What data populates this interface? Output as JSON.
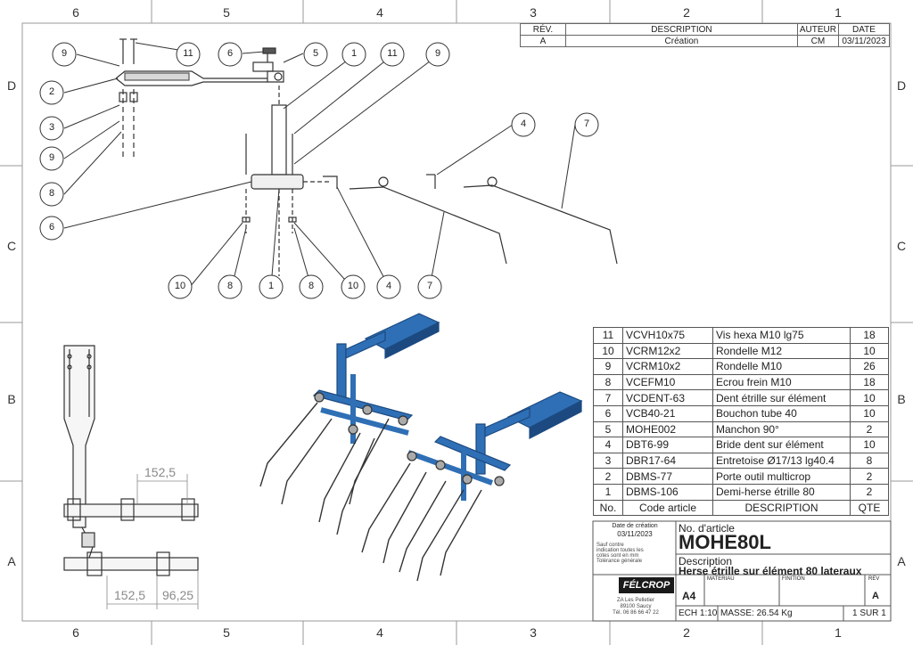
{
  "zones_top": [
    "6",
    "5",
    "4",
    "3",
    "2",
    "1"
  ],
  "zones_bottom": [
    "6",
    "5",
    "4",
    "3",
    "2",
    "1"
  ],
  "zones_side": [
    "D",
    "C",
    "B",
    "A"
  ],
  "revision_table": {
    "headers": [
      "RÉV.",
      "DESCRIPTION",
      "AUTEUR",
      "DATE"
    ],
    "row": [
      "A",
      "Création",
      "CM",
      "03/11/2023"
    ]
  },
  "balloons": [
    "9",
    "11",
    "6",
    "5",
    "1",
    "11",
    "9",
    "2",
    "3",
    "9",
    "8",
    "6",
    "4",
    "7",
    "10",
    "8",
    "1",
    "8",
    "10",
    "4",
    "7"
  ],
  "dimensions": {
    "top": "152,5",
    "bottom_left": "152,5",
    "bottom_right": "96,25"
  },
  "bom": {
    "headers": [
      "No.",
      "Code article",
      "DESCRIPTION",
      "QTE"
    ],
    "rows": [
      {
        "no": "11",
        "code": "VCVH10x75",
        "desc": "Vis hexa M10 lg75",
        "qty": "18"
      },
      {
        "no": "10",
        "code": "VCRM12x2",
        "desc": "Rondelle M12",
        "qty": "10"
      },
      {
        "no": "9",
        "code": "VCRM10x2",
        "desc": "Rondelle M10",
        "qty": "26"
      },
      {
        "no": "8",
        "code": "VCEFM10",
        "desc": "Ecrou frein M10",
        "qty": "18"
      },
      {
        "no": "7",
        "code": "VCDENT-63",
        "desc": "Dent étrille sur élément",
        "qty": "10"
      },
      {
        "no": "6",
        "code": "VCB40-21",
        "desc": "Bouchon tube 40",
        "qty": "10"
      },
      {
        "no": "5",
        "code": "MOHE002",
        "desc": "Manchon 90°",
        "qty": "2"
      },
      {
        "no": "4",
        "code": "DBT6-99",
        "desc": "Bride dent sur élément",
        "qty": "10"
      },
      {
        "no": "3",
        "code": "DBR17-64",
        "desc": "Entretoise Ø17/13 lg40.4",
        "qty": "8"
      },
      {
        "no": "2",
        "code": "DBMS-77",
        "desc": "Porte outil multicrop",
        "qty": "2"
      },
      {
        "no": "1",
        "code": "DBMS-106",
        "desc": "Demi-herse étrille 80",
        "qty": "2"
      }
    ]
  },
  "title_block": {
    "date_label": "Date de création",
    "date_value": "03/11/2023",
    "notes": [
      "Sauf contre",
      "indication toutes les",
      "cotes sont en mm",
      "Tolérance générale"
    ],
    "article_label": "No. d'article",
    "article_value": "MOHE80L",
    "description_label": "Description",
    "description_value": "Herse étrille sur élément 80 lateraux",
    "logo_text": "FÉLCROP",
    "address": [
      "ZA Les Pelletier",
      "89100 Saucy",
      "Tél. 06 86 66 47 22"
    ],
    "format": "A4",
    "materiau_label": "MATERIAU",
    "finition_label": "FINITION",
    "rev_label": "REV",
    "rev_value": "A",
    "scale": "ECH 1:10",
    "mass": "MASSE: 26.54 Kg",
    "sheet": "1 SUR 1"
  },
  "colors": {
    "frame": "#9a9a9a",
    "line": "#333333",
    "part_blue": "#2f6fb5",
    "part_dark": "#1c4a80",
    "dim": "#8a8a8a"
  }
}
